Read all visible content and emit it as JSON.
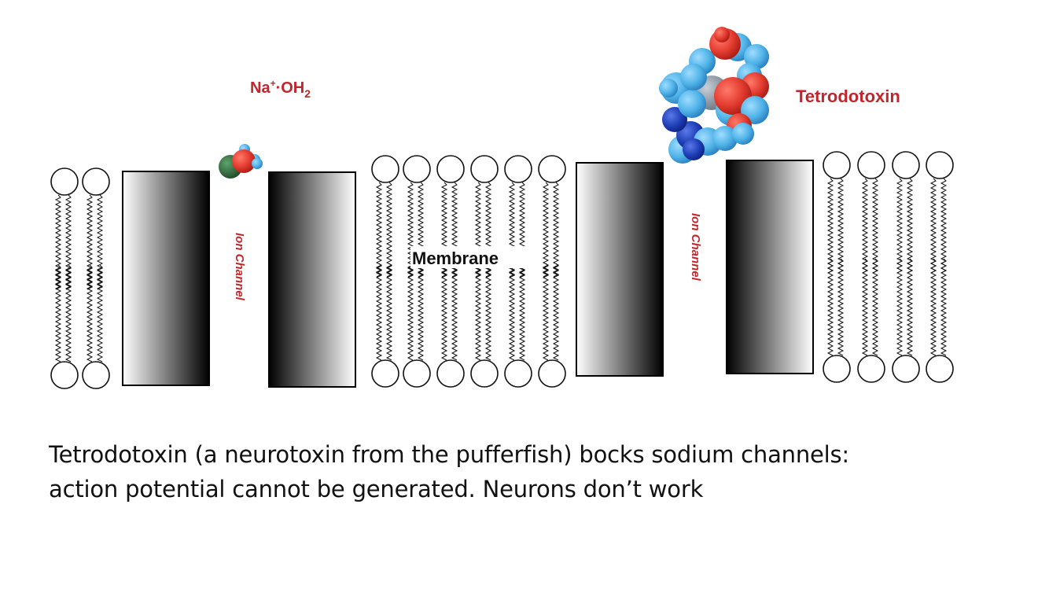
{
  "diagram": {
    "ion_label": "Na",
    "ion_charge": "+",
    "ion_suffix": "·OH",
    "ion_subscript": "2",
    "toxin_label": "Tetrodotoxin",
    "membrane_label": "Membrane",
    "channel_label_1": "Ion Channel",
    "channel_label_2": "Ion Channel",
    "colors": {
      "label_red": "#c0272d",
      "oxygen_red": "#e23a2e",
      "hydrogen_blue": "#4fb3e8",
      "nitrogen_blue": "#1f3fb8",
      "sodium_green": "#2e6b3a"
    }
  },
  "caption": {
    "line1": "Tetrodotoxin (a neurotoxin from the pufferfish) bocks sodium channels:",
    "line2": "action potential cannot be generated. Neurons don’t work"
  }
}
